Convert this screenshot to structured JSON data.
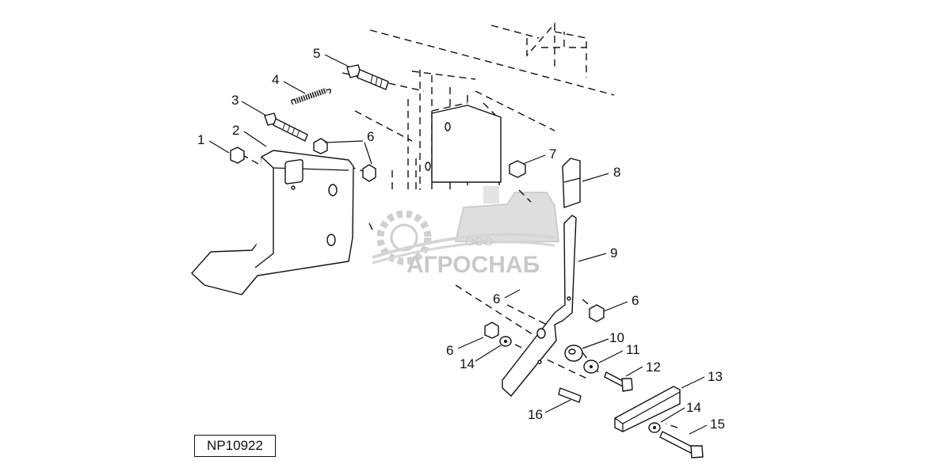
{
  "diagram": {
    "reference_code": "NP10922",
    "callouts": {
      "c1": "1",
      "c2": "2",
      "c3": "3",
      "c4": "4",
      "c5": "5",
      "c6a": "6",
      "c6b": "6",
      "c6c": "6",
      "c6d": "6",
      "c7": "7",
      "c8": "8",
      "c9": "9",
      "c10": "10",
      "c11": "11",
      "c12": "12",
      "c13": "13",
      "c14a": "14",
      "c14b": "14",
      "c15": "15",
      "c16": "16"
    }
  },
  "watermark": {
    "company": "АГРОСНАБ",
    "prefix": "ООО",
    "color": "#c9c9c9"
  },
  "colors": {
    "line": "#111111",
    "background": "#ffffff"
  }
}
